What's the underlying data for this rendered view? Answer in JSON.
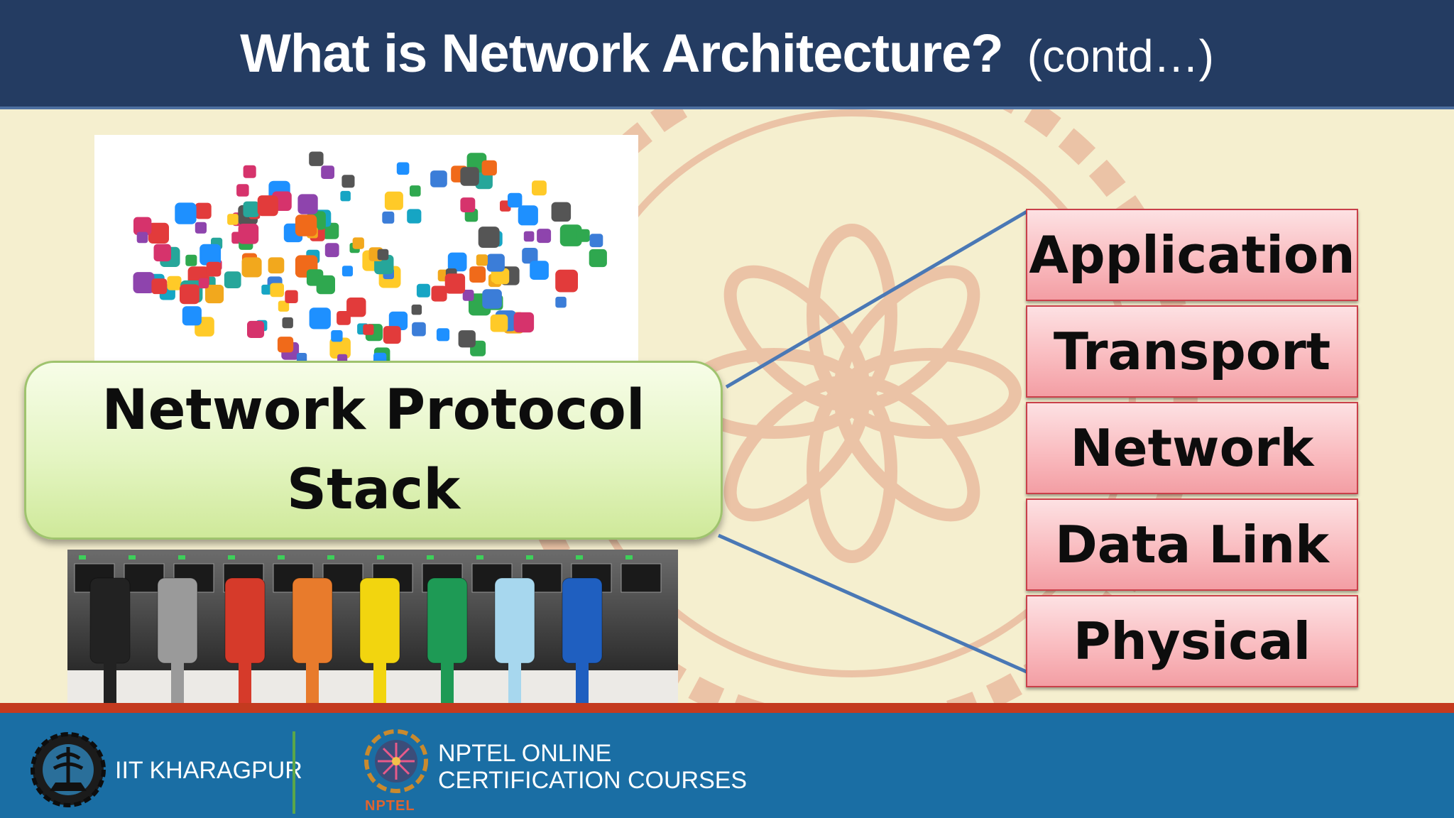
{
  "header": {
    "title": "What is Network Architecture?",
    "subtitle": "(contd…)"
  },
  "main": {
    "stack_box": {
      "line1": "Network Protocol",
      "line2": "Stack"
    },
    "layers": [
      {
        "label": "Application"
      },
      {
        "label": "Transport"
      },
      {
        "label": "Network"
      },
      {
        "label": "Data Link"
      },
      {
        "label": "Physical"
      }
    ],
    "images": {
      "top_left": "app-icons-collage",
      "bottom_left": "ethernet-cables-switch"
    }
  },
  "footer": {
    "institute": "IIT KHARAGPUR",
    "program_line1": "NPTEL ONLINE",
    "program_line2": "CERTIFICATION COURSES",
    "nptel_logo_caption": "NPTEL"
  },
  "colors": {
    "header_bg": "#243c62",
    "slide_bg": "#f5efcf",
    "stack_box": "#e4f5c2",
    "layer_fill": "#f9b9bd",
    "layer_border": "#c9404a",
    "connector": "#4a78b5",
    "footer_bg": "#1a6ea4",
    "footer_accent": "#c43a1f"
  }
}
